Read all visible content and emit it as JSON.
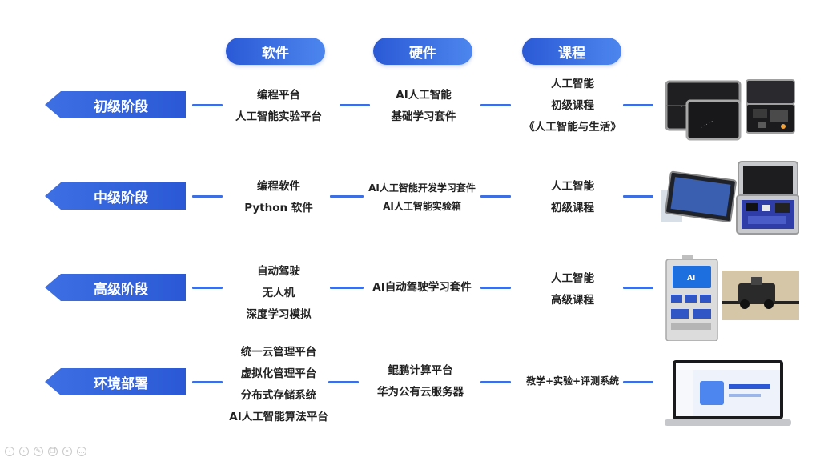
{
  "headers": {
    "software": "软件",
    "hardware": "硬件",
    "course": "课程"
  },
  "rows": [
    {
      "stage": "初级阶段",
      "software": [
        "编程平台",
        "人工智能实验平台"
      ],
      "hardware": [
        "AI人工智能",
        "基础学习套件"
      ],
      "course": [
        "人工智能",
        "初级课程",
        "《人工智能与生活》"
      ],
      "image": "ai-kit-cases-image"
    },
    {
      "stage": "中级阶段",
      "software": [
        "编程软件",
        "Python 软件"
      ],
      "hardware": [
        "AI人工智能开发学习套件",
        "AI人工智能实验箱"
      ],
      "course": [
        "人工智能",
        "初级课程"
      ],
      "image": "ai-lab-box-image"
    },
    {
      "stage": "高级阶段",
      "software": [
        "自动驾驶",
        "无人机",
        "深度学习模拟"
      ],
      "hardware": [
        "AI自动驾驶学习套件"
      ],
      "course": [
        "人工智能",
        "高级课程"
      ],
      "image": "autonomous-driving-kit-image"
    },
    {
      "stage": "环境部署",
      "software": [
        "统一云管理平台",
        "虚拟化管理平台",
        "分布式存储系统",
        "AI人工智能算法平台"
      ],
      "hardware": [
        "鲲鹏计算平台",
        "华为公有云服务器"
      ],
      "course": [
        "教学+实验+评测系统"
      ],
      "image": "laptop-platform-image"
    }
  ],
  "colors": {
    "accent": "#2b59d6",
    "accent_light": "#4d86ee",
    "text": "#222222"
  },
  "toolbar_icons": [
    "prev-icon",
    "next-icon",
    "pen-icon",
    "copy-icon",
    "zoom-icon",
    "more-icon"
  ]
}
